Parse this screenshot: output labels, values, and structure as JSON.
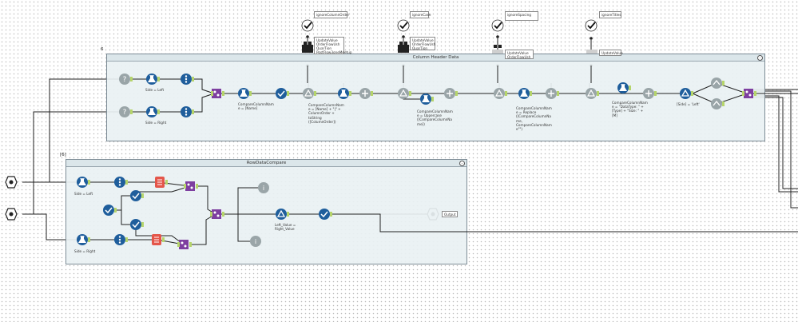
{
  "containers": {
    "column_header": {
      "title": "Column Header Data",
      "index": "6"
    },
    "row_data": {
      "title": "RowDataCompare",
      "index": "[6]"
    }
  },
  "controls": {
    "c1": {
      "label": "ignoreColumnOrder",
      "note": "UpdateValue\nOrderFlowUsh\nQuarTion\nPostFlow3oneMeetup"
    },
    "c2": {
      "label": "ignoreCase",
      "note": "UpdateValue\nOrderFlowUsh\nQuarTion"
    },
    "c3": {
      "label": "ignoreSpacing",
      "note": "UpdateValue\nOrderFlowUsh"
    },
    "c4": {
      "label": "ignoreTitles",
      "note": "UpdateValue"
    }
  },
  "annotations": {
    "left_filter_1": "Side = Left",
    "left_filter_2": "Side = Right",
    "formula_1": "CompareColumnNam\ne = [Name]",
    "formula_2": "CompareColumnNam\ne = [Name] + \"|\" +\nColumnOrder +\ntoString\n([ColumnOrder])",
    "formula_3": "CompareColumnNam\ne = Uppercase\n([CompareColumnNa\nme])",
    "formula_4": "CompareColumnNam\ne = Replace\n([CompareColumnNa\nme,\nCompareColumnNam\ne\"\")",
    "formula_5": "CompareColumnNam\ne = \"DataType: \" +\n[Type] + \"Size: \" +\n[M]",
    "filter_side": "[Side] = 'Left'",
    "row_left": "Side = Left",
    "row_right": "Side = Right",
    "row_filter": "Left_Value =\nRight_Value",
    "output": "Output"
  },
  "colors": {
    "container_bg": "#e9f1f3",
    "input_blue": "#1f5e9c",
    "question_gray": "#9aa5a8",
    "join_purple": "#7e3fa0",
    "transpose_red": "#e4564a",
    "anchor_green": "#b6d56b"
  }
}
